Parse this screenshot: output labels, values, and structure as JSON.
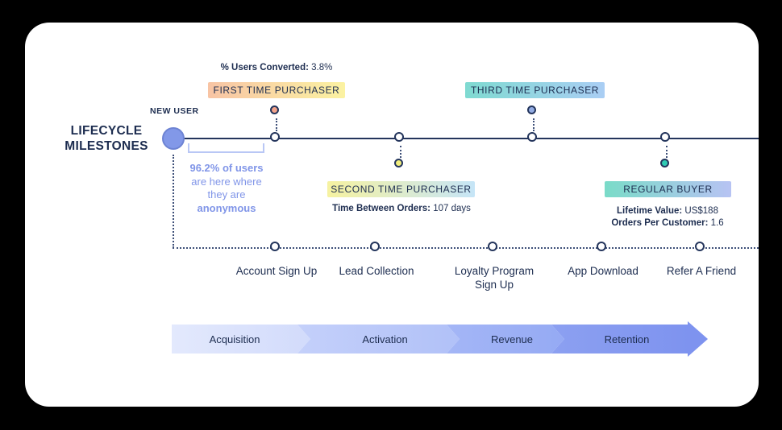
{
  "colors": {
    "background": "#000000",
    "card": "#FFFFFF",
    "text_dark": "#1D2D50",
    "annotation_blue": "#8095E8",
    "new_user_node": "#8298E8",
    "first_time_node": "#F2A38B",
    "second_time_node": "#F3EF7D",
    "third_time_node": "#93ACE3",
    "regular_buyer_node": "#2FCBB3",
    "first_tag_gradient": [
      "#F8C4A4",
      "#FBF2A2"
    ],
    "second_tag_gradient": [
      "#F6F2A1",
      "#C6E5F7"
    ],
    "third_tag_gradient": [
      "#7FDAD1",
      "#AACEF4"
    ],
    "regular_tag_gradient": [
      "#7ADBC8",
      "#B7C3F3"
    ]
  },
  "title": {
    "line1": "LIFECYCLE",
    "line2": "MILESTONES"
  },
  "new_user": {
    "label": "NEW USER"
  },
  "annotation": {
    "line1": "96.2% of users",
    "line2": "are here where",
    "line3": "they are",
    "line4": "anonymous"
  },
  "stats": {
    "converted": {
      "label": "% Users Converted:",
      "value": "3.8%"
    }
  },
  "milestones": [
    {
      "label": "FIRST TIME PURCHASER"
    },
    {
      "label": "SECOND TIME PURCHASER",
      "stat": {
        "label": "Time Between Orders:",
        "value": "107 days"
      }
    },
    {
      "label": "THIRD TIME PURCHASER"
    },
    {
      "label": "REGULAR BUYER",
      "stats": [
        {
          "label": "Lifetime Value:",
          "value": "US$188"
        },
        {
          "label": "Orders Per Customer:",
          "value": "1.6"
        }
      ]
    }
  ],
  "touchpoints": [
    "Account Sign Up",
    "Lead Collection",
    "Loyalty Program Sign Up",
    "App Download",
    "Refer A Friend"
  ],
  "funnel": [
    {
      "label": "Acquisition"
    },
    {
      "label": "Activation"
    },
    {
      "label": "Revenue"
    },
    {
      "label": "Retention"
    }
  ]
}
